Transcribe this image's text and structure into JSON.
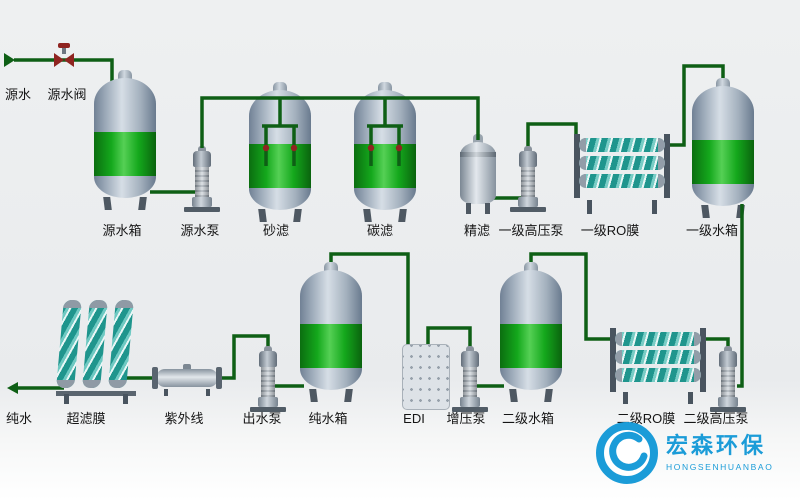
{
  "labels": {
    "source_water": "源水",
    "source_valve": "源水阀",
    "source_tank": "源水箱",
    "source_pump": "源水泵",
    "sand_filter": "砂滤",
    "carbon_filter": "碳滤",
    "precision_filter": "精滤",
    "stage1_hp_pump": "一级高压泵",
    "stage1_ro_membrane": "一级RO膜",
    "stage1_tank": "一级水箱",
    "pure_water": "纯水",
    "uf_membrane": "超滤膜",
    "uv_sterilizer": "紫外线",
    "outlet_pump": "出水泵",
    "pure_tank": "纯水箱",
    "edi": "EDI",
    "booster_pump": "增压泵",
    "stage2_tank": "二级水箱",
    "stage2_ro_membrane": "二级RO膜",
    "stage2_hp_pump": "二级高压泵"
  },
  "logo": {
    "name": "宏森环保",
    "subtitle": "HONGSENHUANBAO"
  },
  "colors": {
    "pipe_green": "#0e5f15",
    "tank_band_green": "#14a81c",
    "membrane_teal": "#259b93",
    "logo_blue": "#1b9cd8",
    "valve_red": "#8f2420"
  }
}
